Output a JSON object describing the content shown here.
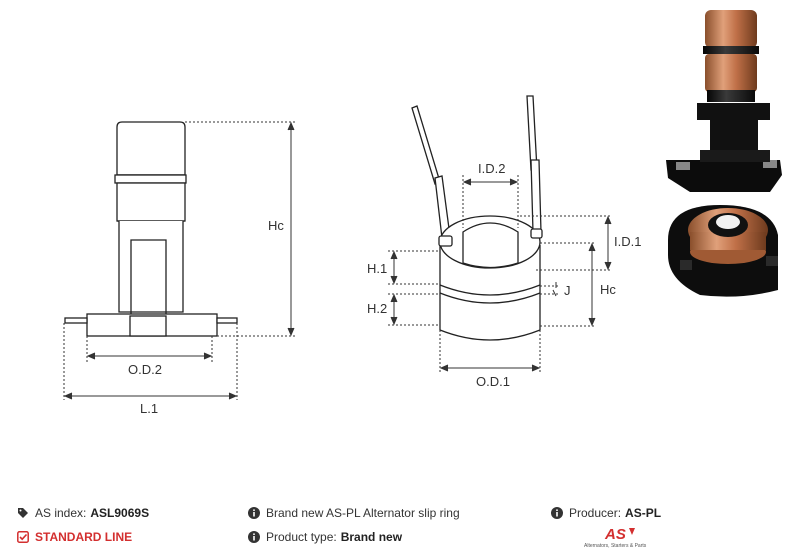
{
  "labels": {
    "hc_left": "Hc",
    "od2": "O.D.2",
    "l1": "L.1",
    "id2": "I.D.2",
    "id1": "I.D.1",
    "h1": "H.1",
    "h2": "H.2",
    "j": "J",
    "hc_right": "Hc",
    "od1": "O.D.1"
  },
  "info": {
    "as_index_label": "AS index:",
    "as_index_value": "ASL9069S",
    "standard_line": "STANDARD LINE",
    "description": "Brand new AS-PL Alternator slip ring",
    "product_type_label": "Product type:",
    "product_type_value": "Brand new",
    "producer_label": "Producer:",
    "producer_value": "AS-PL",
    "logo_text": "AS",
    "logo_tagline": "Alternators, Starters & Parts"
  },
  "colors": {
    "line": "#222222",
    "dim": "#333333",
    "copper": "#c9845a",
    "plastic": "#1a1a1a",
    "accent_red": "#d32f2f"
  }
}
